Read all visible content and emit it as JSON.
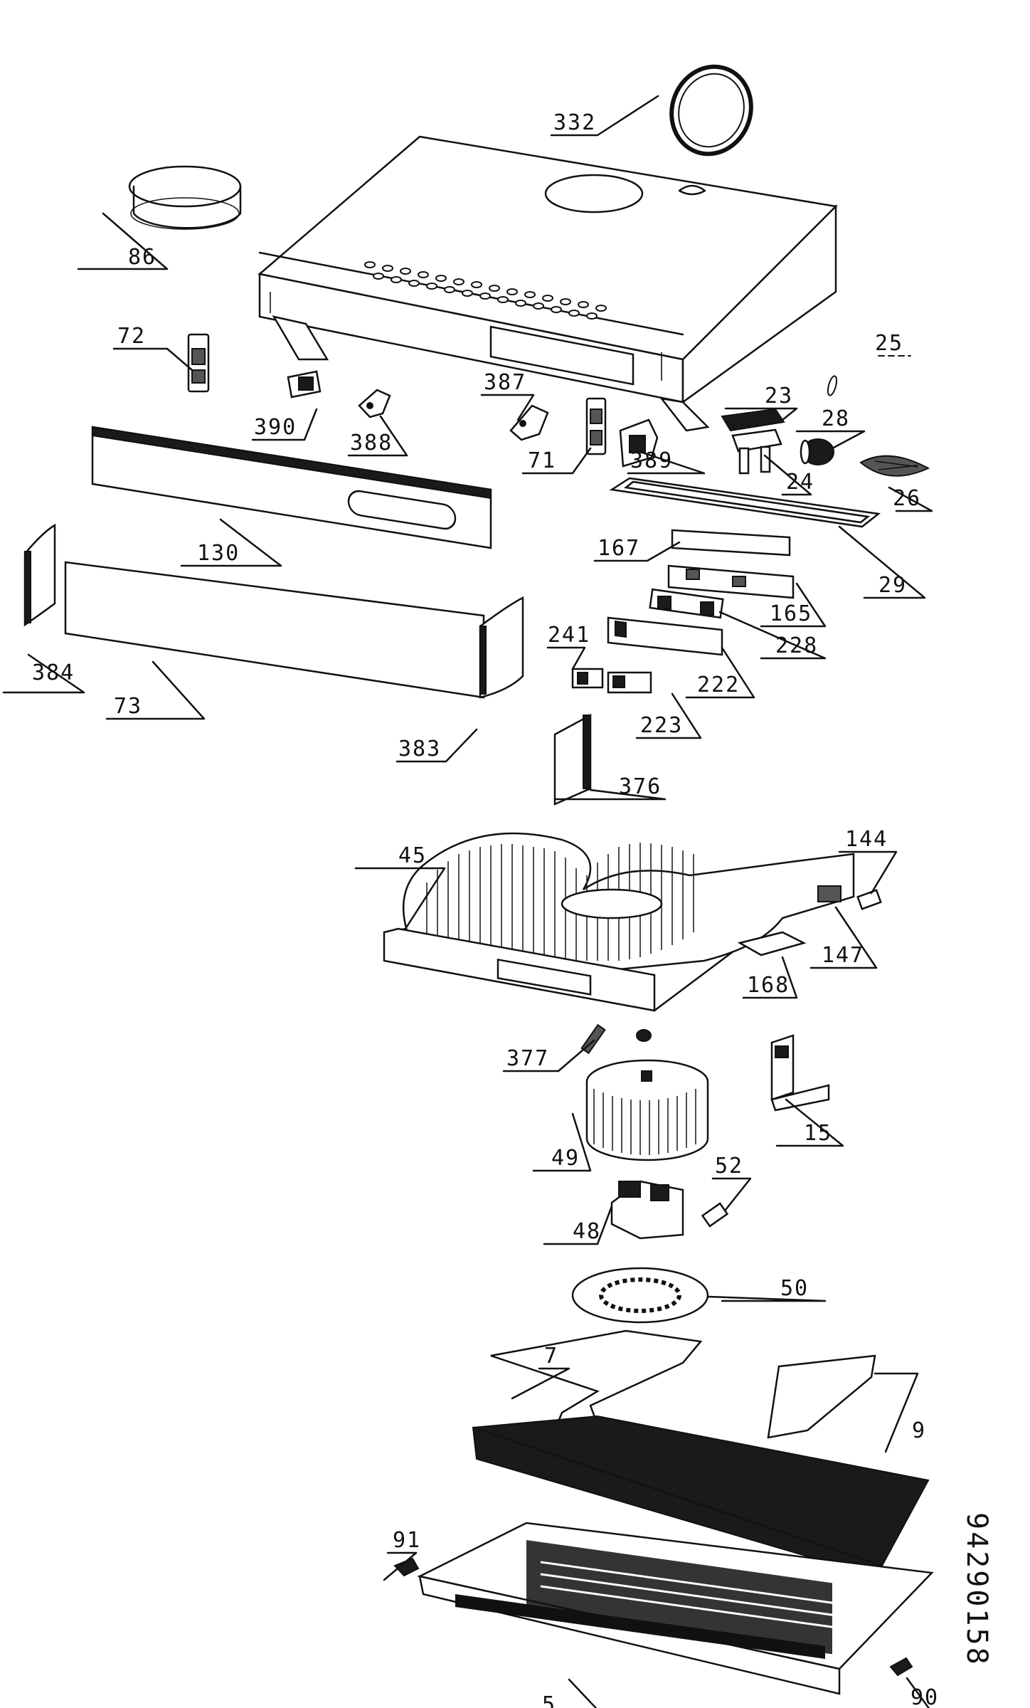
{
  "document_code": "94290158",
  "parts": [
    {
      "id": "332",
      "label": "332"
    },
    {
      "id": "86",
      "label": "86"
    },
    {
      "id": "72",
      "label": "72"
    },
    {
      "id": "25",
      "label": "25"
    },
    {
      "id": "390",
      "label": "390"
    },
    {
      "id": "388",
      "label": "388"
    },
    {
      "id": "387",
      "label": "387"
    },
    {
      "id": "23",
      "label": "23"
    },
    {
      "id": "28",
      "label": "28"
    },
    {
      "id": "71",
      "label": "71"
    },
    {
      "id": "389",
      "label": "389"
    },
    {
      "id": "24",
      "label": "24"
    },
    {
      "id": "26",
      "label": "26"
    },
    {
      "id": "130",
      "label": "130"
    },
    {
      "id": "167",
      "label": "167"
    },
    {
      "id": "29",
      "label": "29"
    },
    {
      "id": "165",
      "label": "165"
    },
    {
      "id": "228",
      "label": "228"
    },
    {
      "id": "384",
      "label": "384"
    },
    {
      "id": "241",
      "label": "241"
    },
    {
      "id": "222",
      "label": "222"
    },
    {
      "id": "73",
      "label": "73"
    },
    {
      "id": "223",
      "label": "223"
    },
    {
      "id": "383",
      "label": "383"
    },
    {
      "id": "376",
      "label": "376"
    },
    {
      "id": "144",
      "label": "144"
    },
    {
      "id": "45",
      "label": "45"
    },
    {
      "id": "147",
      "label": "147"
    },
    {
      "id": "168",
      "label": "168"
    },
    {
      "id": "377",
      "label": "377"
    },
    {
      "id": "15",
      "label": "15"
    },
    {
      "id": "49",
      "label": "49"
    },
    {
      "id": "52",
      "label": "52"
    },
    {
      "id": "48",
      "label": "48"
    },
    {
      "id": "50",
      "label": "50"
    },
    {
      "id": "7",
      "label": "7"
    },
    {
      "id": "9",
      "label": "9"
    },
    {
      "id": "91",
      "label": "91"
    },
    {
      "id": "5",
      "label": "5"
    },
    {
      "id": "90",
      "label": "90"
    }
  ]
}
